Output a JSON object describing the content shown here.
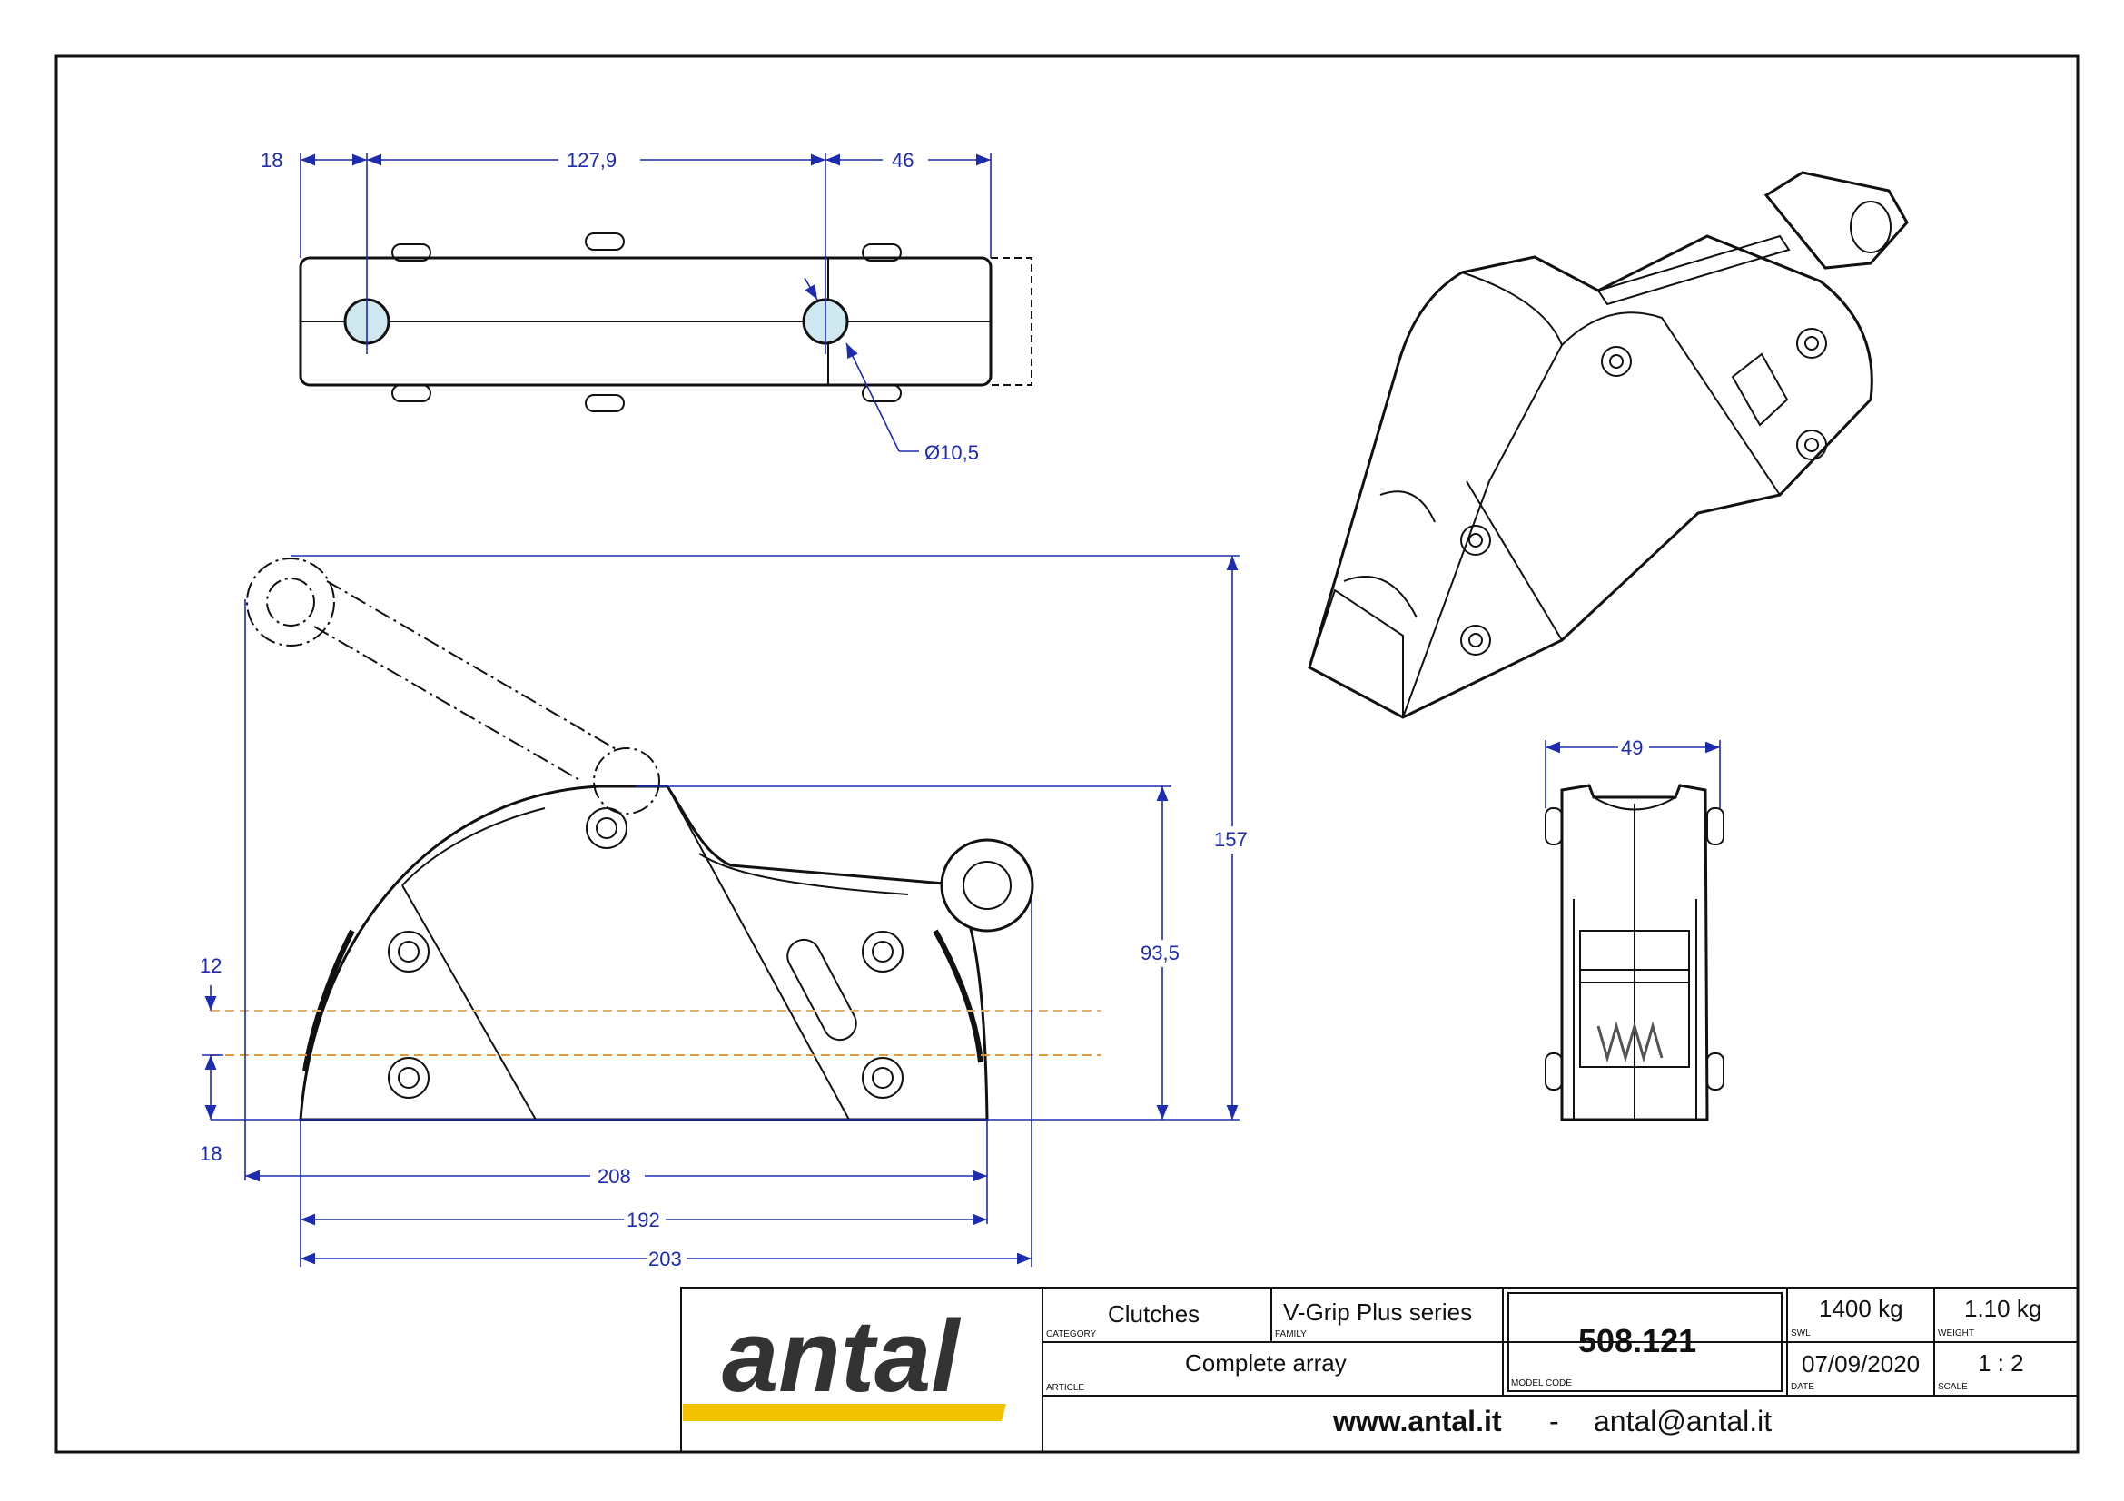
{
  "dimensions": {
    "top_view": {
      "d1": "18",
      "d2": "127,9",
      "d3": "46",
      "hole": "Ø10,5"
    },
    "side_view": {
      "width_overall": "208",
      "width_base": "192",
      "width_lever": "203",
      "height_total": "157",
      "height_body": "93,5",
      "offset_upper": "12",
      "offset_lower": "18"
    },
    "front_view": {
      "width": "49"
    }
  },
  "title_block": {
    "brand": "antal",
    "category_value": "Clutches",
    "category_label": "CATEGORY",
    "family_value": "V-Grip Plus series",
    "family_label": "FAMILY",
    "article_value": "Complete array",
    "article_label": "ARTICLE",
    "model_code_value": "508.121",
    "model_code_label": "MODEL CODE",
    "swl_value": "1400 kg",
    "swl_label": "SWL",
    "weight_value": "1.10 kg",
    "weight_label": "WEIGHT",
    "date_value": "07/09/2020",
    "date_label": "DATE",
    "scale_value": "1 : 2",
    "scale_label": "SCALE",
    "website": "www.antal.it",
    "separator": "-",
    "email": "antal@antal.it"
  },
  "colors": {
    "dimension": "#1c2bb0",
    "brand_stripe": "#f2c300",
    "hole_fill": "#cfe8ef",
    "center_line": "#e09a3a"
  }
}
